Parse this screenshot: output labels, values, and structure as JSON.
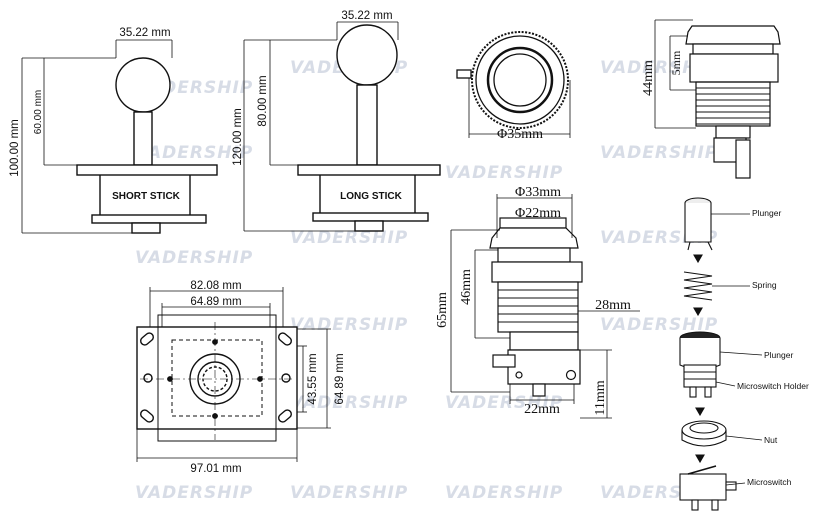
{
  "watermark": "VADERSHIP",
  "joystick_short": {
    "ball_width": "35.22 mm",
    "total_height": "100.00 mm",
    "shaft_height": "60.00 mm",
    "label": "SHORT STICK"
  },
  "joystick_long": {
    "ball_width": "35.22 mm",
    "total_height": "120.00 mm",
    "shaft_height": "80.00 mm",
    "label": "LONG STICK"
  },
  "mount_plate": {
    "outer_width": "82.08 mm",
    "inner_width": "64.89 mm",
    "inner_height": "43.55 mm",
    "outer_height": "64.89 mm",
    "base_width": "97.01 mm"
  },
  "button_top": {
    "diameter": "Φ35mm"
  },
  "button_side_small": {
    "cap_height": "5mm",
    "total_height": "44mm"
  },
  "button_side_large": {
    "outer_diameter": "Φ33mm",
    "inner_diameter": "Φ22mm",
    "body_height": "46mm",
    "total_height": "65mm",
    "thread_length": "28mm",
    "switch_width": "22mm",
    "switch_height": "11mm"
  },
  "exploded_parts": [
    "Plunger",
    "Spring",
    "Plunger",
    "Microswitch Holder",
    "Nut",
    "Microswitch"
  ]
}
